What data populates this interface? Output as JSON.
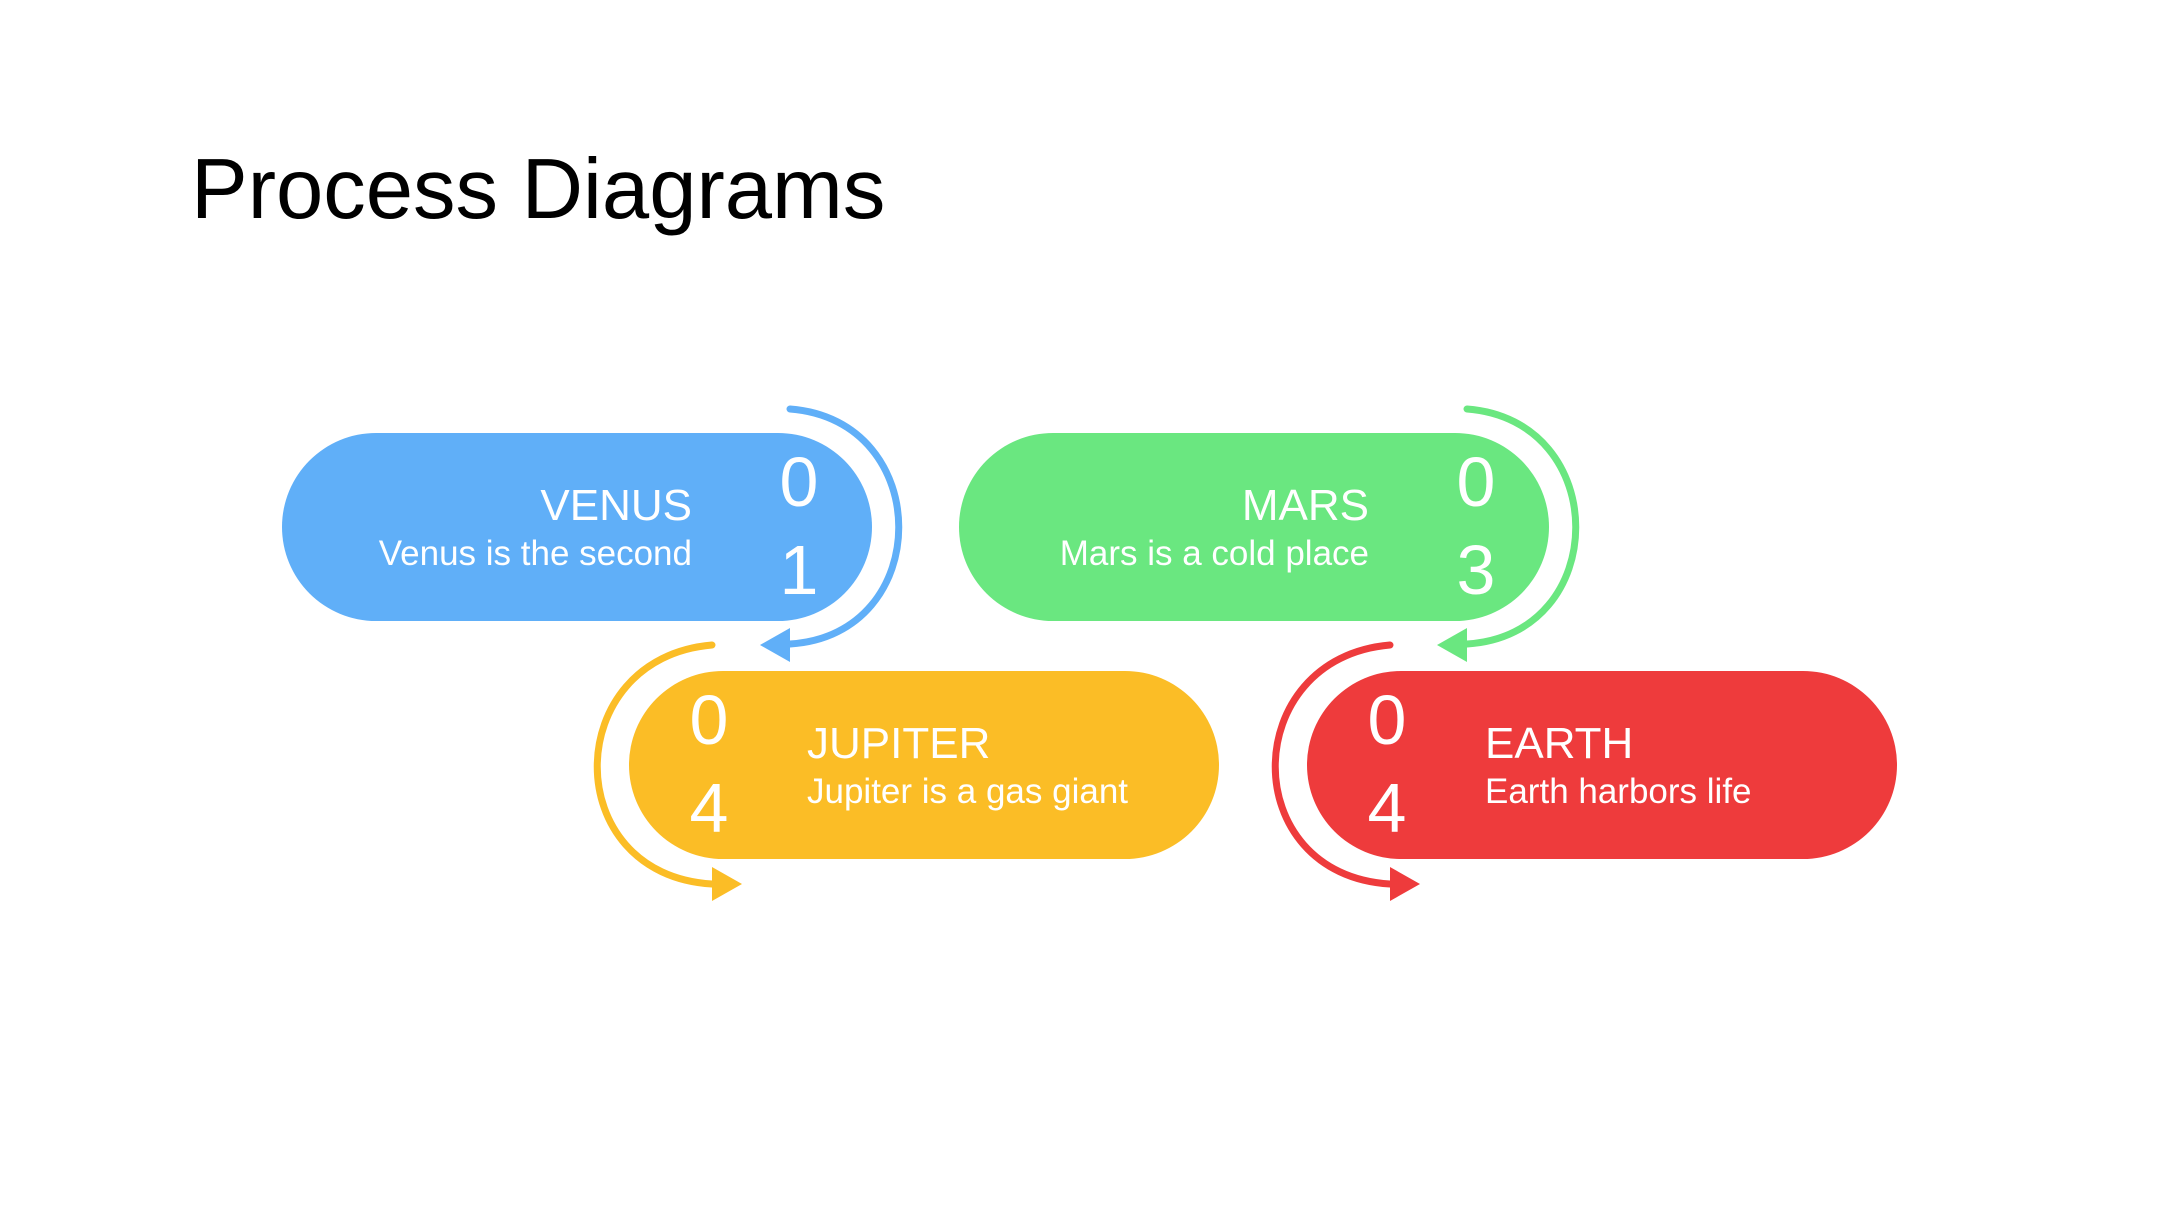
{
  "title": "Process Diagrams",
  "steps": [
    {
      "number": "0\n1",
      "name": "VENUS",
      "description": "Venus is the second",
      "color": "#60AFF8"
    },
    {
      "number": "0\n3",
      "name": "MARS",
      "description": "Mars is a cold place",
      "color": "#6AE780"
    },
    {
      "number": "0\n4",
      "name": "JUPITER",
      "description": "Jupiter is a gas giant",
      "color": "#FBBD26"
    },
    {
      "number": "0\n4",
      "name": "EARTH",
      "description": "Earth harbors life",
      "color": "#EE3B3C"
    }
  ]
}
